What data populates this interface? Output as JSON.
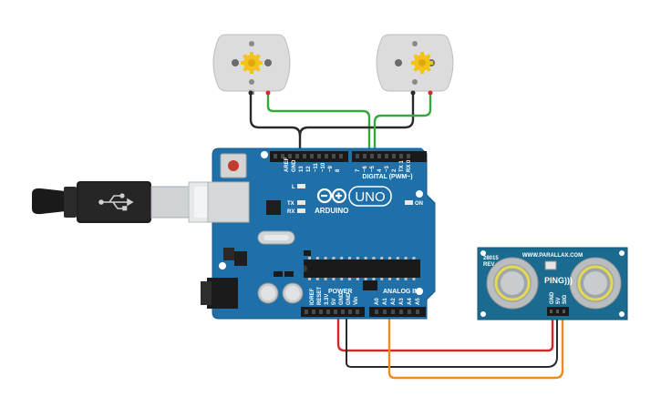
{
  "board": {
    "brand": "ARDUINO",
    "model": "UNO",
    "digital_header_label": "DIGITAL (PWM~)",
    "top_pin_labels": [
      "AREF",
      "GND",
      "13",
      "12",
      "~11",
      "~10",
      "~9",
      "8",
      "7",
      "~6",
      "~5",
      "4",
      "~3",
      "2",
      "TX 1",
      "RX 0"
    ],
    "power_label": "POWER",
    "analog_label": "ANALOG IN",
    "power_pin_labels": [
      "IOREF",
      "RESET",
      "3.3V",
      "5V",
      "GND",
      "GND",
      "Vin"
    ],
    "analog_pin_labels": [
      "A0",
      "A1",
      "A2",
      "A3",
      "A4",
      "A5"
    ],
    "led_labels": {
      "l": "L",
      "tx": "TX",
      "rx": "RX",
      "on": "ON"
    }
  },
  "sensor": {
    "part_number": "28015",
    "revision": "REV C",
    "website": "WWW.PARALLAX.COM",
    "name": "PING)))",
    "pin_labels": [
      "GND",
      "5V",
      "SIG"
    ]
  },
  "colors": {
    "board_blue": "#1f6fa8",
    "sensor_teal": "#1a6b8f",
    "wire_black": "#2a2a2a",
    "wire_red": "#d7262b",
    "wire_green": "#35a93a",
    "wire_orange": "#f08a1c",
    "motor_body": "#dcdcdc",
    "gear_yellow": "#f3c21b"
  },
  "icons": [
    "usb-plug-icon",
    "usb-symbol-icon",
    "motor-gear-icon",
    "arduino-infinity-logo-icon"
  ]
}
